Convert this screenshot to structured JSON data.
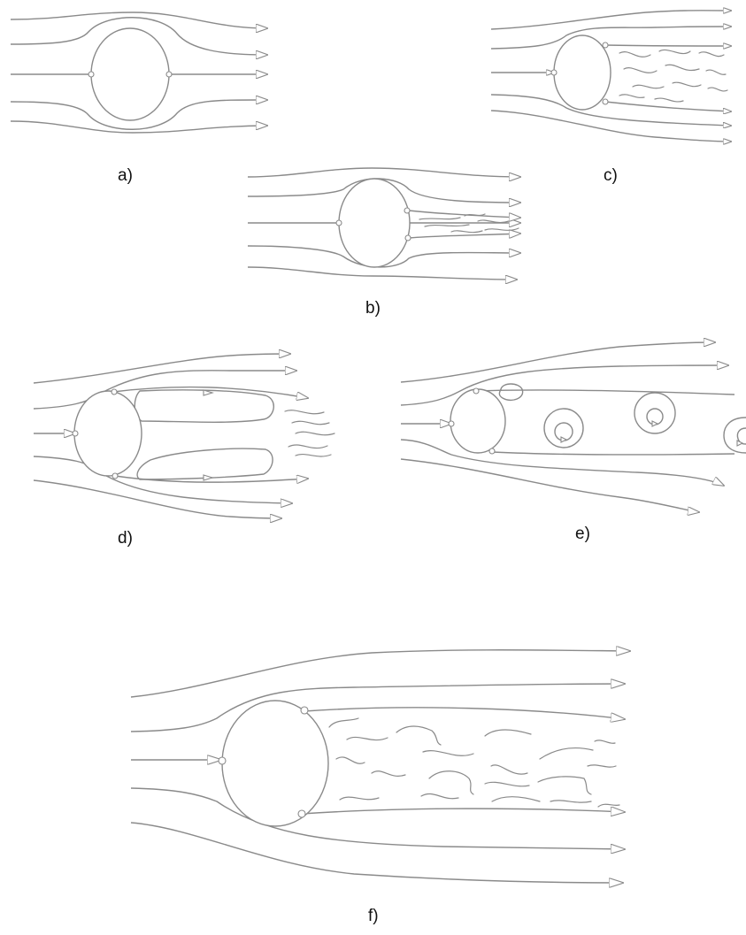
{
  "panels": [
    {
      "id": "a",
      "label": "a)"
    },
    {
      "id": "b",
      "label": "b)"
    },
    {
      "id": "c",
      "label": "c)"
    },
    {
      "id": "d",
      "label": "d)"
    },
    {
      "id": "e",
      "label": "e)"
    },
    {
      "id": "f",
      "label": "f)"
    }
  ],
  "colors": {
    "line": "#8a8a8a",
    "background": "#ffffff",
    "text": "#111111"
  }
}
